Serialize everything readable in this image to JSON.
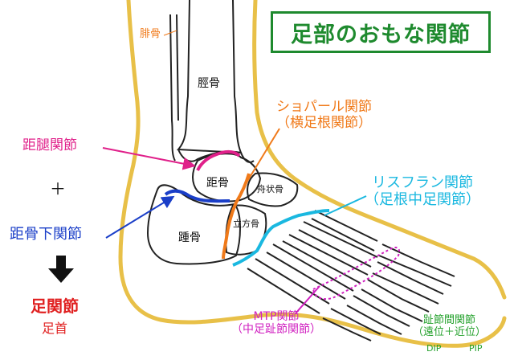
{
  "title": "足部のおもな関節",
  "bones": {
    "fibula": "腓骨",
    "tibia": "脛骨",
    "talus": "距骨",
    "calcaneus": "踵骨",
    "navicular": "舟状骨",
    "cuboid": "立方骨"
  },
  "joints": {
    "chopart": {
      "line1": "ショパール関節",
      "line2": "（横足根関節）",
      "color": "#f07a1a"
    },
    "talocrural": {
      "label": "距腿関節",
      "color": "#e0208a"
    },
    "plus": "＋",
    "subtalar": {
      "label": "距骨下関節",
      "color": "#1a3ec8"
    },
    "ankle_joint": "足関節",
    "ankle": "足首",
    "lisfranc": {
      "line1": "リスフラン関節",
      "line2": "（足根中足関節）",
      "color": "#1ab8e0"
    },
    "mtp": {
      "line1": "MTP関節",
      "line2": "（中足趾節関節）",
      "color": "#d020c0"
    },
    "ip": {
      "line1": "趾節間関節",
      "line2": "（遠位＋近位）",
      "dip": "DIP",
      "pip": "PIP",
      "color": "#22a02a"
    }
  },
  "colors": {
    "skin_outline": "#e8c048",
    "bone_outline": "#222222",
    "title_green": "#1e8a2e",
    "ankle_red": "#e02020"
  }
}
